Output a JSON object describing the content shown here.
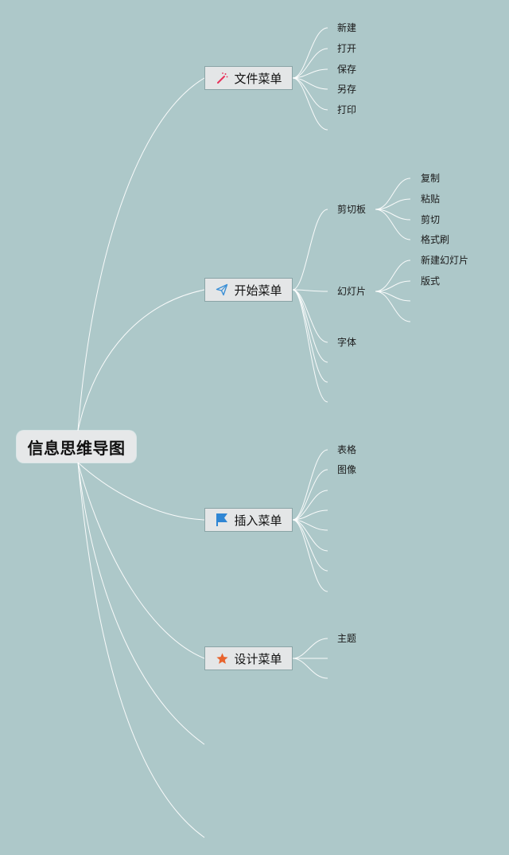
{
  "root": {
    "title": "信息思维导图"
  },
  "branches": [
    {
      "label": "文件菜单",
      "icon": "magic-wand-icon",
      "icon_color": "#e8335b"
    },
    {
      "label": "开始菜单",
      "icon": "paper-plane-icon",
      "icon_color": "#3a8fd6"
    },
    {
      "label": "插入菜单",
      "icon": "flag-icon",
      "icon_color": "#2f86d4"
    },
    {
      "label": "设计菜单",
      "icon": "star-icon",
      "icon_color": "#e8642e"
    }
  ],
  "file_menu": {
    "items": [
      "新建",
      "打开",
      "保存",
      "另存",
      "打印"
    ]
  },
  "start_menu": {
    "clipboard": {
      "label": "剪切板",
      "items": [
        "复制",
        "粘贴",
        "剪切",
        "格式刷"
      ]
    },
    "slides": {
      "label": "幻灯片",
      "items": [
        "新建幻灯片",
        "版式"
      ]
    },
    "font": {
      "label": "字体"
    }
  },
  "insert_menu": {
    "items": [
      "表格",
      "图像"
    ]
  },
  "design_menu": {
    "items": [
      "主题"
    ]
  },
  "colors": {
    "background": "#adc8c9",
    "connector": "#ffffff",
    "node_fill": "#e4e6e7"
  }
}
